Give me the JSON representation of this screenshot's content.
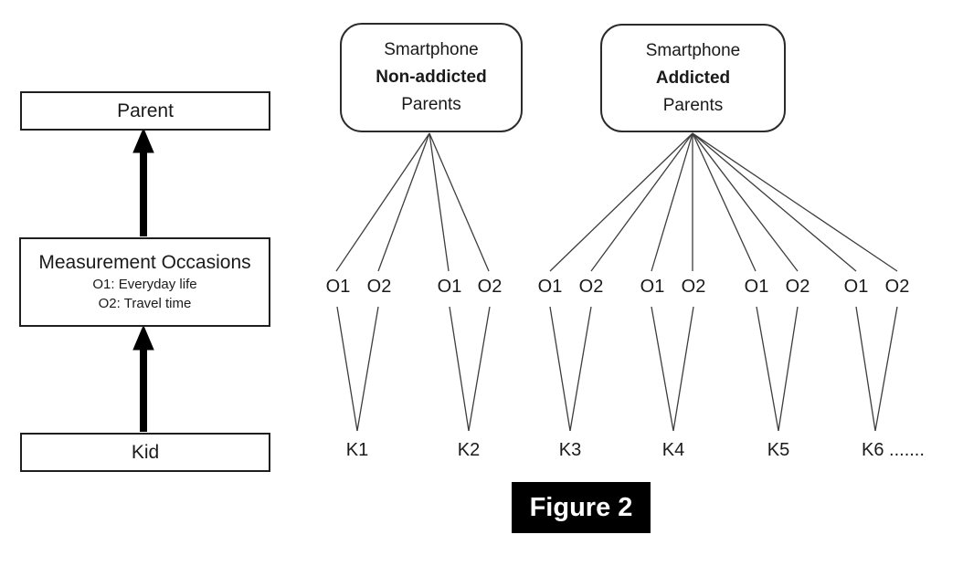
{
  "left_panel": {
    "parent_label": "Parent",
    "measurement_title": "Measurement Occasions",
    "measurement_line1": "O1: Everyday life",
    "measurement_line2": "O2: Travel time",
    "kid_label": "Kid"
  },
  "groups": [
    {
      "line1": "Smartphone",
      "line2": "Non-addicted",
      "line3": "Parents"
    },
    {
      "line1": "Smartphone",
      "line2": "Addicted",
      "line3": "Parents"
    }
  ],
  "occasions": [
    "O1",
    "O2",
    "O1",
    "O2",
    "O1",
    "O2",
    "O1",
    "O2",
    "O1",
    "O2",
    "O1",
    "O2"
  ],
  "kids": [
    "K1",
    "K2",
    "K3",
    "K4",
    "K5",
    "K6 ......."
  ],
  "caption": "Figure 2",
  "colors": {
    "line": "#3d3d3d",
    "box_border": "#1f1f1f",
    "arrow": "#000000",
    "caption_bg": "#000000",
    "caption_fg": "#ffffff"
  }
}
